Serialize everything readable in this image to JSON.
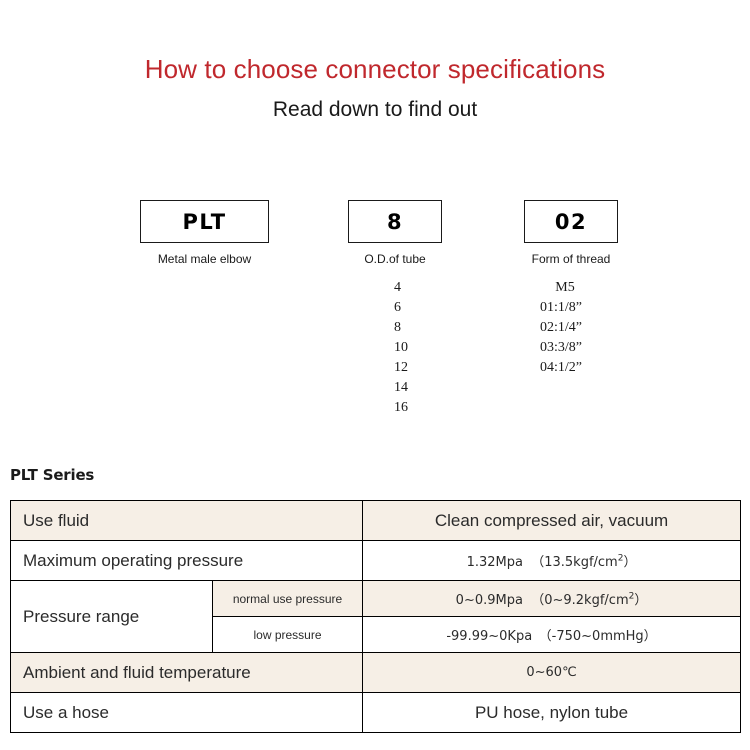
{
  "header": {
    "title": "How to choose connector specifications",
    "subtitle": "Read down to find out",
    "title_color": "#C0282D"
  },
  "code_breakdown": {
    "columns": [
      {
        "code": "PLT",
        "caption": "Metal male elbow",
        "options": []
      },
      {
        "code": "8",
        "caption": "O.D.of tube",
        "options": [
          "4",
          "6",
          "8",
          "10",
          "12",
          "14",
          "16"
        ]
      },
      {
        "code": "02",
        "caption": "Form of thread",
        "options": [
          "M5",
          "01:1/8”",
          "02:1/4”",
          "03:3/8”",
          "04:1/2”"
        ]
      }
    ]
  },
  "series": {
    "label": "PLT Series"
  },
  "spec_table": {
    "row_beige": "#F6EFE6",
    "rows": [
      {
        "label": "Use fluid",
        "value": "Clean compressed air, vacuum",
        "shade": "beige",
        "value_size": "big"
      },
      {
        "label": "Maximum operating pressure",
        "value_prefix": "1.32Mpa",
        "value_mid": "（13.5kgf/cm",
        "value_sup": "2",
        "value_suffix": "）",
        "shade": "white",
        "value_size": "small"
      },
      {
        "label": "Pressure range",
        "sublabel": "normal use pressure",
        "value_prefix": "0~0.9Mpa",
        "value_mid": "（0~9.2kgf/cm",
        "value_sup": "2",
        "value_suffix": "）",
        "shade": "beige",
        "value_size": "small"
      },
      {
        "sublabel": "low pressure",
        "value": "-99.99~0Kpa　（-750~0mmHg）",
        "shade": "white",
        "value_size": "small"
      },
      {
        "label": "Ambient and fluid temperature",
        "value": "0~60℃",
        "shade": "beige",
        "value_size": "small"
      },
      {
        "label": "Use a hose",
        "value": "PU hose, nylon tube",
        "shade": "white",
        "value_size": "big"
      }
    ]
  }
}
